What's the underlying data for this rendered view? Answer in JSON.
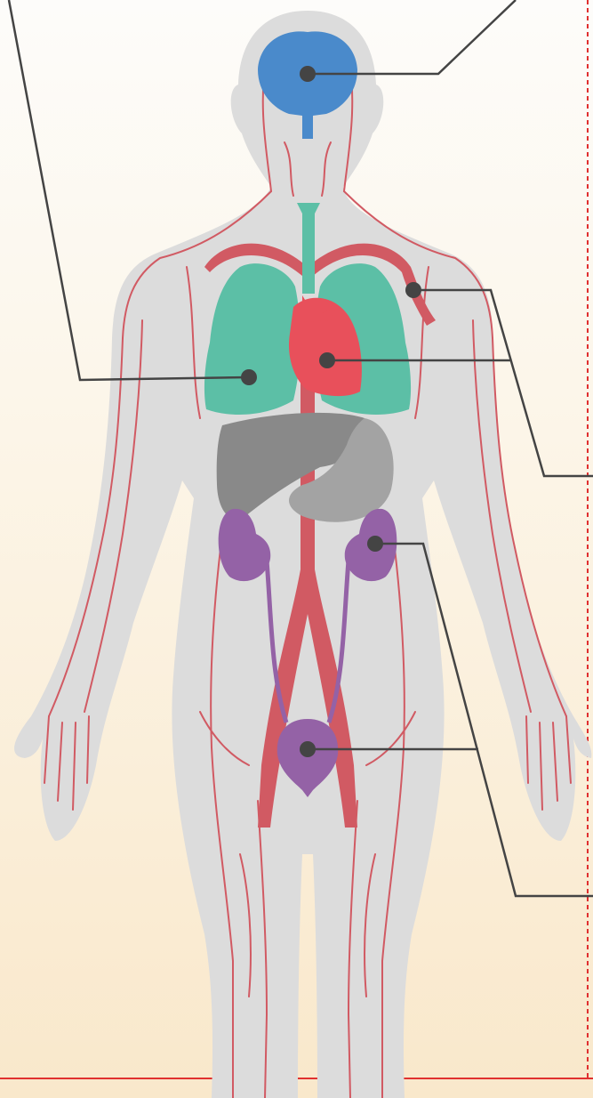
{
  "diagram": {
    "subject": "human-body-circulatory-and-organs",
    "colors": {
      "background_top": "#fdfcfa",
      "background_bottom": "#f9e8cb",
      "body_silhouette": "#dcdcdc",
      "blood_vessels": "#d15a63",
      "brain": "#4a8acb",
      "lungs_trachea": "#5cbfa6",
      "heart": "#e8505b",
      "liver": "#898989",
      "stomach": "#a3a3a3",
      "kidneys_bladder": "#9462a6",
      "callout_lines_markers": "#444444",
      "frame_dashed": "#e03030",
      "baseline": "#e03030"
    },
    "organs": [
      {
        "id": "brain",
        "icon": "brain-icon"
      },
      {
        "id": "lungs",
        "icon": "lungs-icon"
      },
      {
        "id": "heart",
        "icon": "heart-icon"
      },
      {
        "id": "aorta",
        "icon": "artery-icon"
      },
      {
        "id": "kidney",
        "icon": "kidney-icon"
      },
      {
        "id": "bladder",
        "icon": "bladder-icon"
      }
    ]
  }
}
